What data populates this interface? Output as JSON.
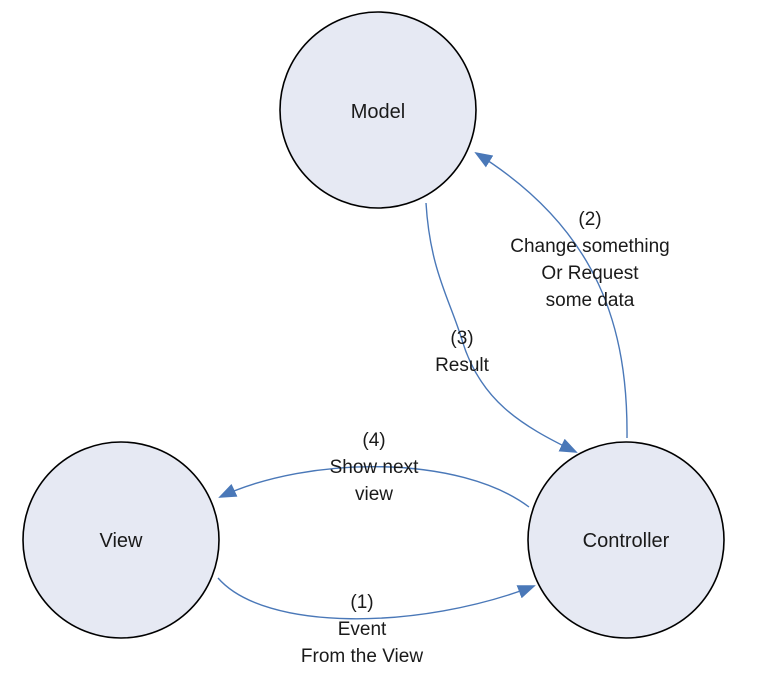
{
  "diagram": {
    "nodes": {
      "model": "Model",
      "view": "View",
      "controller": "Controller"
    },
    "edges": {
      "step1": {
        "number": "(1)",
        "line1": "Event",
        "line2": "From the View"
      },
      "step2": {
        "number": "(2)",
        "line1": "Change something",
        "line2": "Or Request",
        "line3": "some data"
      },
      "step3": {
        "number": "(3)",
        "line1": "Result"
      },
      "step4": {
        "number": "(4)",
        "line1": "Show next",
        "line2": "view"
      }
    },
    "colors": {
      "node_fill": "#e6e9f3",
      "node_stroke": "#000000",
      "arrow": "#4a78b8"
    }
  }
}
